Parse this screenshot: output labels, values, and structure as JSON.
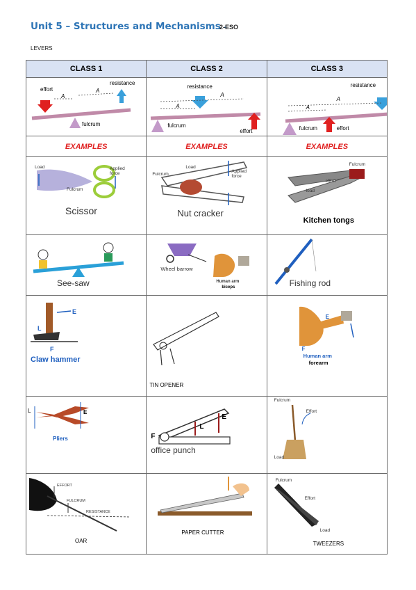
{
  "header": {
    "title": "Unit 5 – Structures and Mechanisms",
    "title_dash": "-",
    "grade": "2-ESO",
    "section": "LEVERS"
  },
  "columns": [
    "CLASS 1",
    "CLASS 2",
    "CLASS 3"
  ],
  "examples_label": "EXAMPLES",
  "diagrams": {
    "labels": {
      "effort": "effort",
      "resistance": "resistance",
      "fulcrum": "fulcrum",
      "ae": "A",
      "ar": "A"
    }
  },
  "rows": {
    "r1": {
      "c1": {
        "caption": "Scissor",
        "load": "Load",
        "fulcrum": "Fulcrum",
        "applied": "Applied force"
      },
      "c2": {
        "caption": "Nut cracker",
        "fulcrum": "Fulcrum",
        "load": "Load",
        "applied": "Applied force"
      },
      "c3": {
        "caption": "Kitchen tongs",
        "fulcrum": "Fulcrum",
        "effort": "effort",
        "load": "load"
      }
    },
    "r2": {
      "c1": {
        "caption": "See-saw"
      },
      "c2": {
        "caption": "Wheel barrow",
        "arm": "Human arm",
        "muscle": "biceps"
      },
      "c3": {
        "caption": "Fishing rod"
      }
    },
    "r3": {
      "c1": {
        "caption": "Claw hammer",
        "l": "L",
        "e": "E",
        "f": "F"
      },
      "c2": {
        "caption": "TIN OPENER"
      },
      "c3": {
        "caption": "Human arm",
        "sub": "forearm",
        "e": "E",
        "f": "F"
      }
    },
    "r4": {
      "c1": {
        "caption": "Pliers",
        "l": "L",
        "e": "E"
      },
      "c2": {
        "caption": "office punch",
        "f": "F",
        "l": "L",
        "e": "E"
      },
      "c3": {
        "fulcrum": "Fulcrum",
        "effort": "Effort",
        "load": "Load"
      }
    },
    "r5": {
      "c1": {
        "caption": "OAR",
        "effort": "EFFORT",
        "fulcrum": "FULCRUM",
        "resistance": "RESISTANCE"
      },
      "c2": {
        "caption": "PAPER CUTTER"
      },
      "c3": {
        "caption": "TWEEZERS",
        "fulcrum": "Fulcrum",
        "effort": "Effort",
        "load": "Load"
      }
    }
  }
}
